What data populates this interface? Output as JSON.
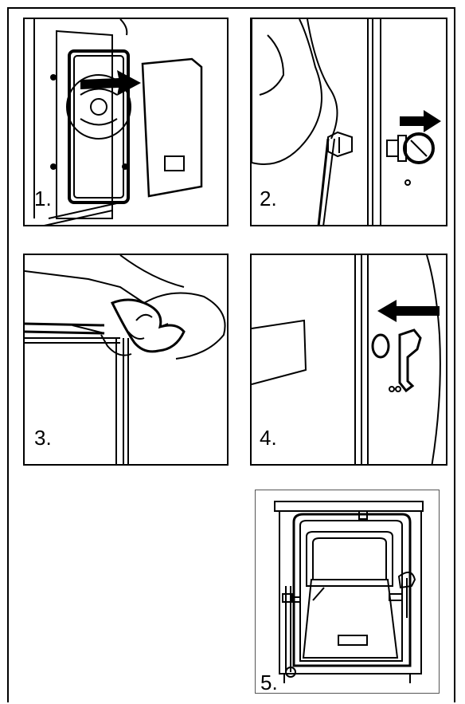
{
  "steps": [
    {
      "number": "1."
    },
    {
      "number": "2."
    },
    {
      "number": "3."
    },
    {
      "number": "4."
    },
    {
      "number": "5."
    }
  ]
}
